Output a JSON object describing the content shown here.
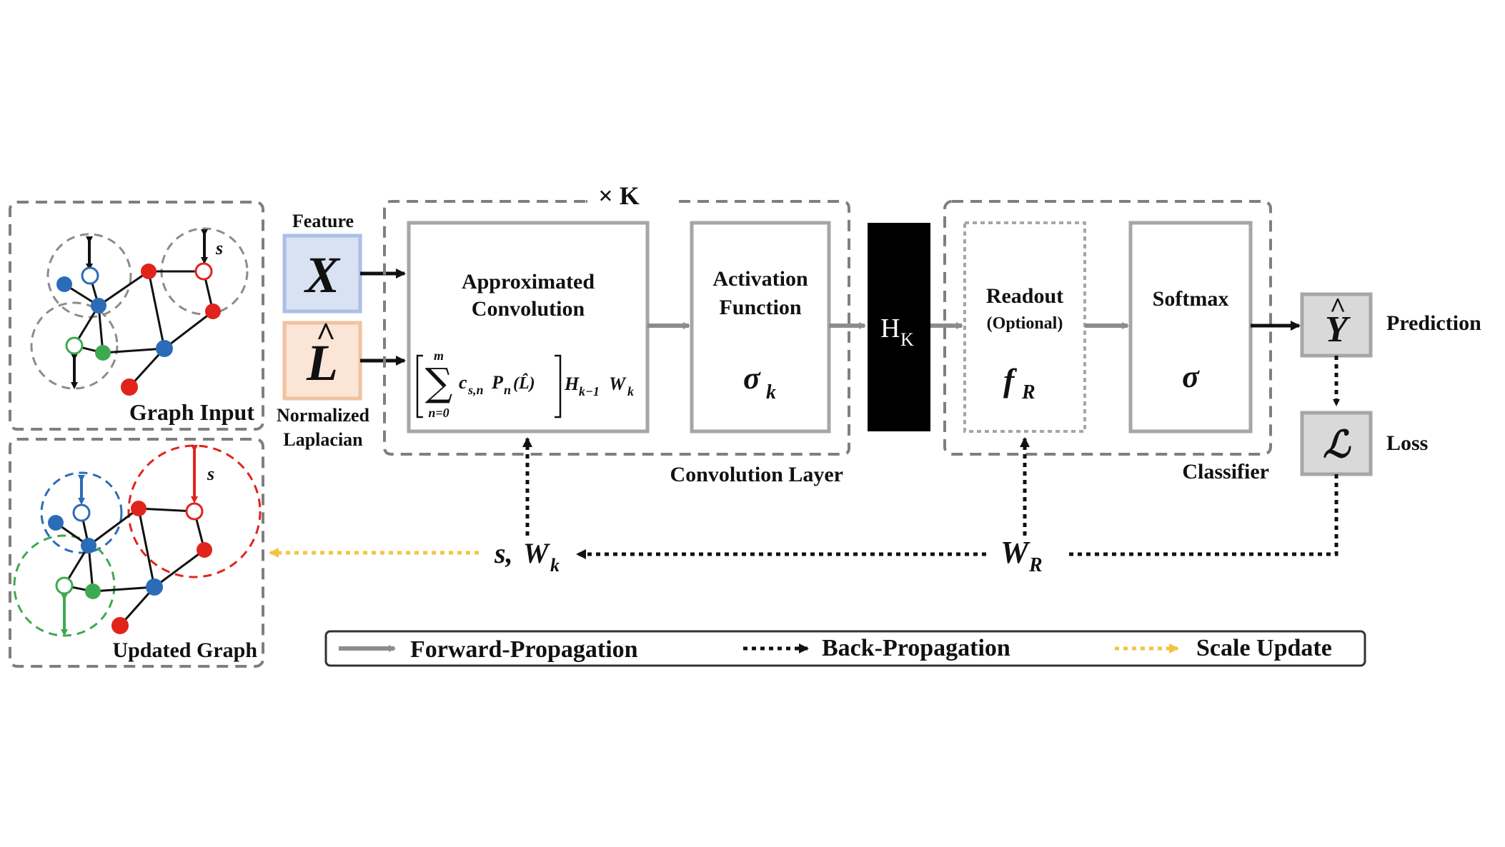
{
  "graph_input": {
    "label": "Graph Input",
    "scale_label": "s"
  },
  "updated_graph": {
    "label": "Updated Graph",
    "scale_label": "s"
  },
  "inputs": {
    "feature_label": "Feature",
    "feature_symbol": "X",
    "laplacian_symbol": "L",
    "laplacian_hat": "^",
    "laplacian_label_line1": "Normalized",
    "laplacian_label_line2": "Laplacian"
  },
  "conv_layer": {
    "repeat_label": "× K",
    "caption": "Convolution Layer",
    "approx": {
      "line1": "Approximated",
      "line2": "Convolution",
      "sum_upper": "m",
      "sum_lower": "n=0",
      "sum_sign": "∑",
      "coef": "c",
      "coef_sub": "s,n",
      "poly": "P",
      "poly_sub": "n",
      "poly_arg": "(L̂)",
      "h": "H",
      "h_sub": "k−1",
      "w": "W",
      "w_sub": "k"
    },
    "activation": {
      "line1": "Activation",
      "line2": "Function",
      "symbol": "σ",
      "symbol_sub": "k"
    }
  },
  "hidden": {
    "symbol": "H",
    "symbol_sub": "K"
  },
  "classifier": {
    "caption": "Classifier",
    "readout": {
      "line1": "Readout",
      "line2": "(Optional)",
      "symbol": "f",
      "symbol_sub": "R"
    },
    "softmax": {
      "line1": "Softmax",
      "symbol": "σ"
    }
  },
  "outputs": {
    "prediction_symbol": "Y",
    "prediction_hat": "^",
    "prediction_label": "Prediction",
    "loss_symbol": "ℒ",
    "loss_label": "Loss"
  },
  "backprop": {
    "params_s": "s,",
    "params_w": "W",
    "params_w_sub": "k",
    "readout_w": "W",
    "readout_w_sub": "R"
  },
  "legend": {
    "forward": "Forward-Propagation",
    "back": "Back-Propagation",
    "scale": "Scale Update"
  },
  "colors": {
    "node_blue": "#2b6cb8",
    "node_red": "#e0241b",
    "node_green": "#3daa4f",
    "feature_fill": "#d9e2f3",
    "feature_stroke": "#a9bfe6",
    "laplacian_fill": "#fbe5d6",
    "laplacian_stroke": "#f1c29f",
    "gray_box": "#a6a6a6",
    "dashed_gray": "#7f7f7f",
    "scale_update": "#f5c342",
    "output_fill": "#d9d9d9"
  }
}
